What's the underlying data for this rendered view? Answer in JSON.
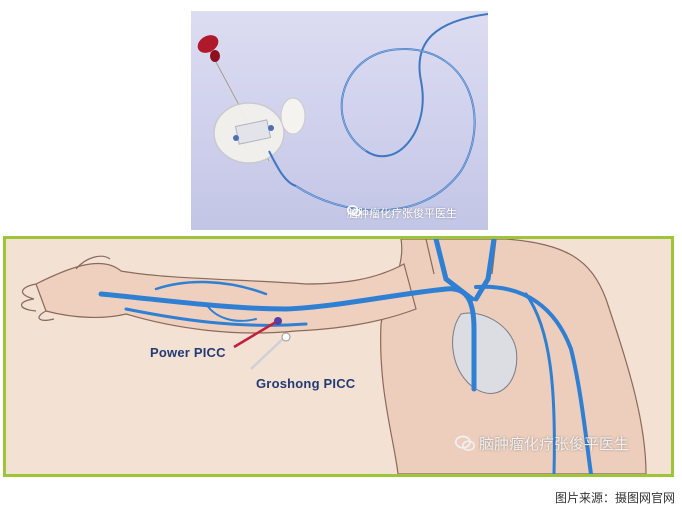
{
  "top_photo": {
    "watermark": "脑肿瘤化疗张俊平医生"
  },
  "illustration": {
    "labels": {
      "power_picc": "Power PICC",
      "groshong_picc": "Groshong  PICC"
    },
    "watermark": "脑肿瘤化疗张俊平医生"
  },
  "credit": "图片来源：摄图网官网",
  "colors": {
    "frame_border": "#9ec43a",
    "label_text": "#243a73",
    "vein_blue": "#2f7fd2",
    "skin": "#f3e1d4"
  }
}
